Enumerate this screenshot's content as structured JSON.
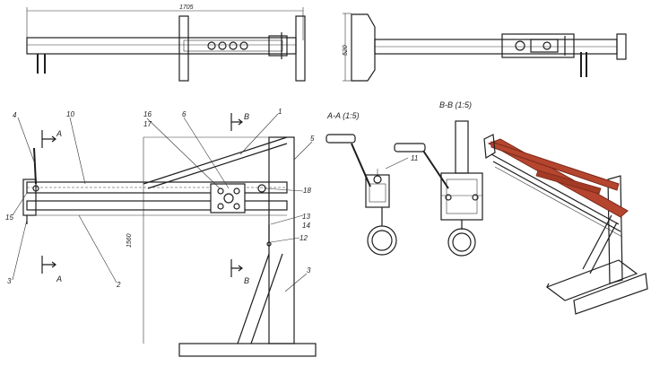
{
  "dimensions": {
    "overall_length": "1705",
    "side_width": "520",
    "height": "1560"
  },
  "section_marks": {
    "a_letter": "A",
    "b_letter": "B"
  },
  "section_titles": {
    "a_a": "A-A (1:5)",
    "b_b": "B-B (1:5)"
  },
  "callouts": {
    "c1": "1",
    "c2": "2",
    "c3": "3",
    "c4": "4",
    "c5": "5",
    "c6": "6",
    "c10": "10",
    "c11": "11",
    "c12": "12",
    "c13": "13",
    "c14": "14",
    "c15": "15",
    "c16": "16",
    "c17": "17",
    "c18": "18",
    "c3b": "3"
  },
  "colors": {
    "line": "#1e1e1e",
    "iso_accent": "#b5452e",
    "iso_shadow": "#7a2a1c"
  }
}
